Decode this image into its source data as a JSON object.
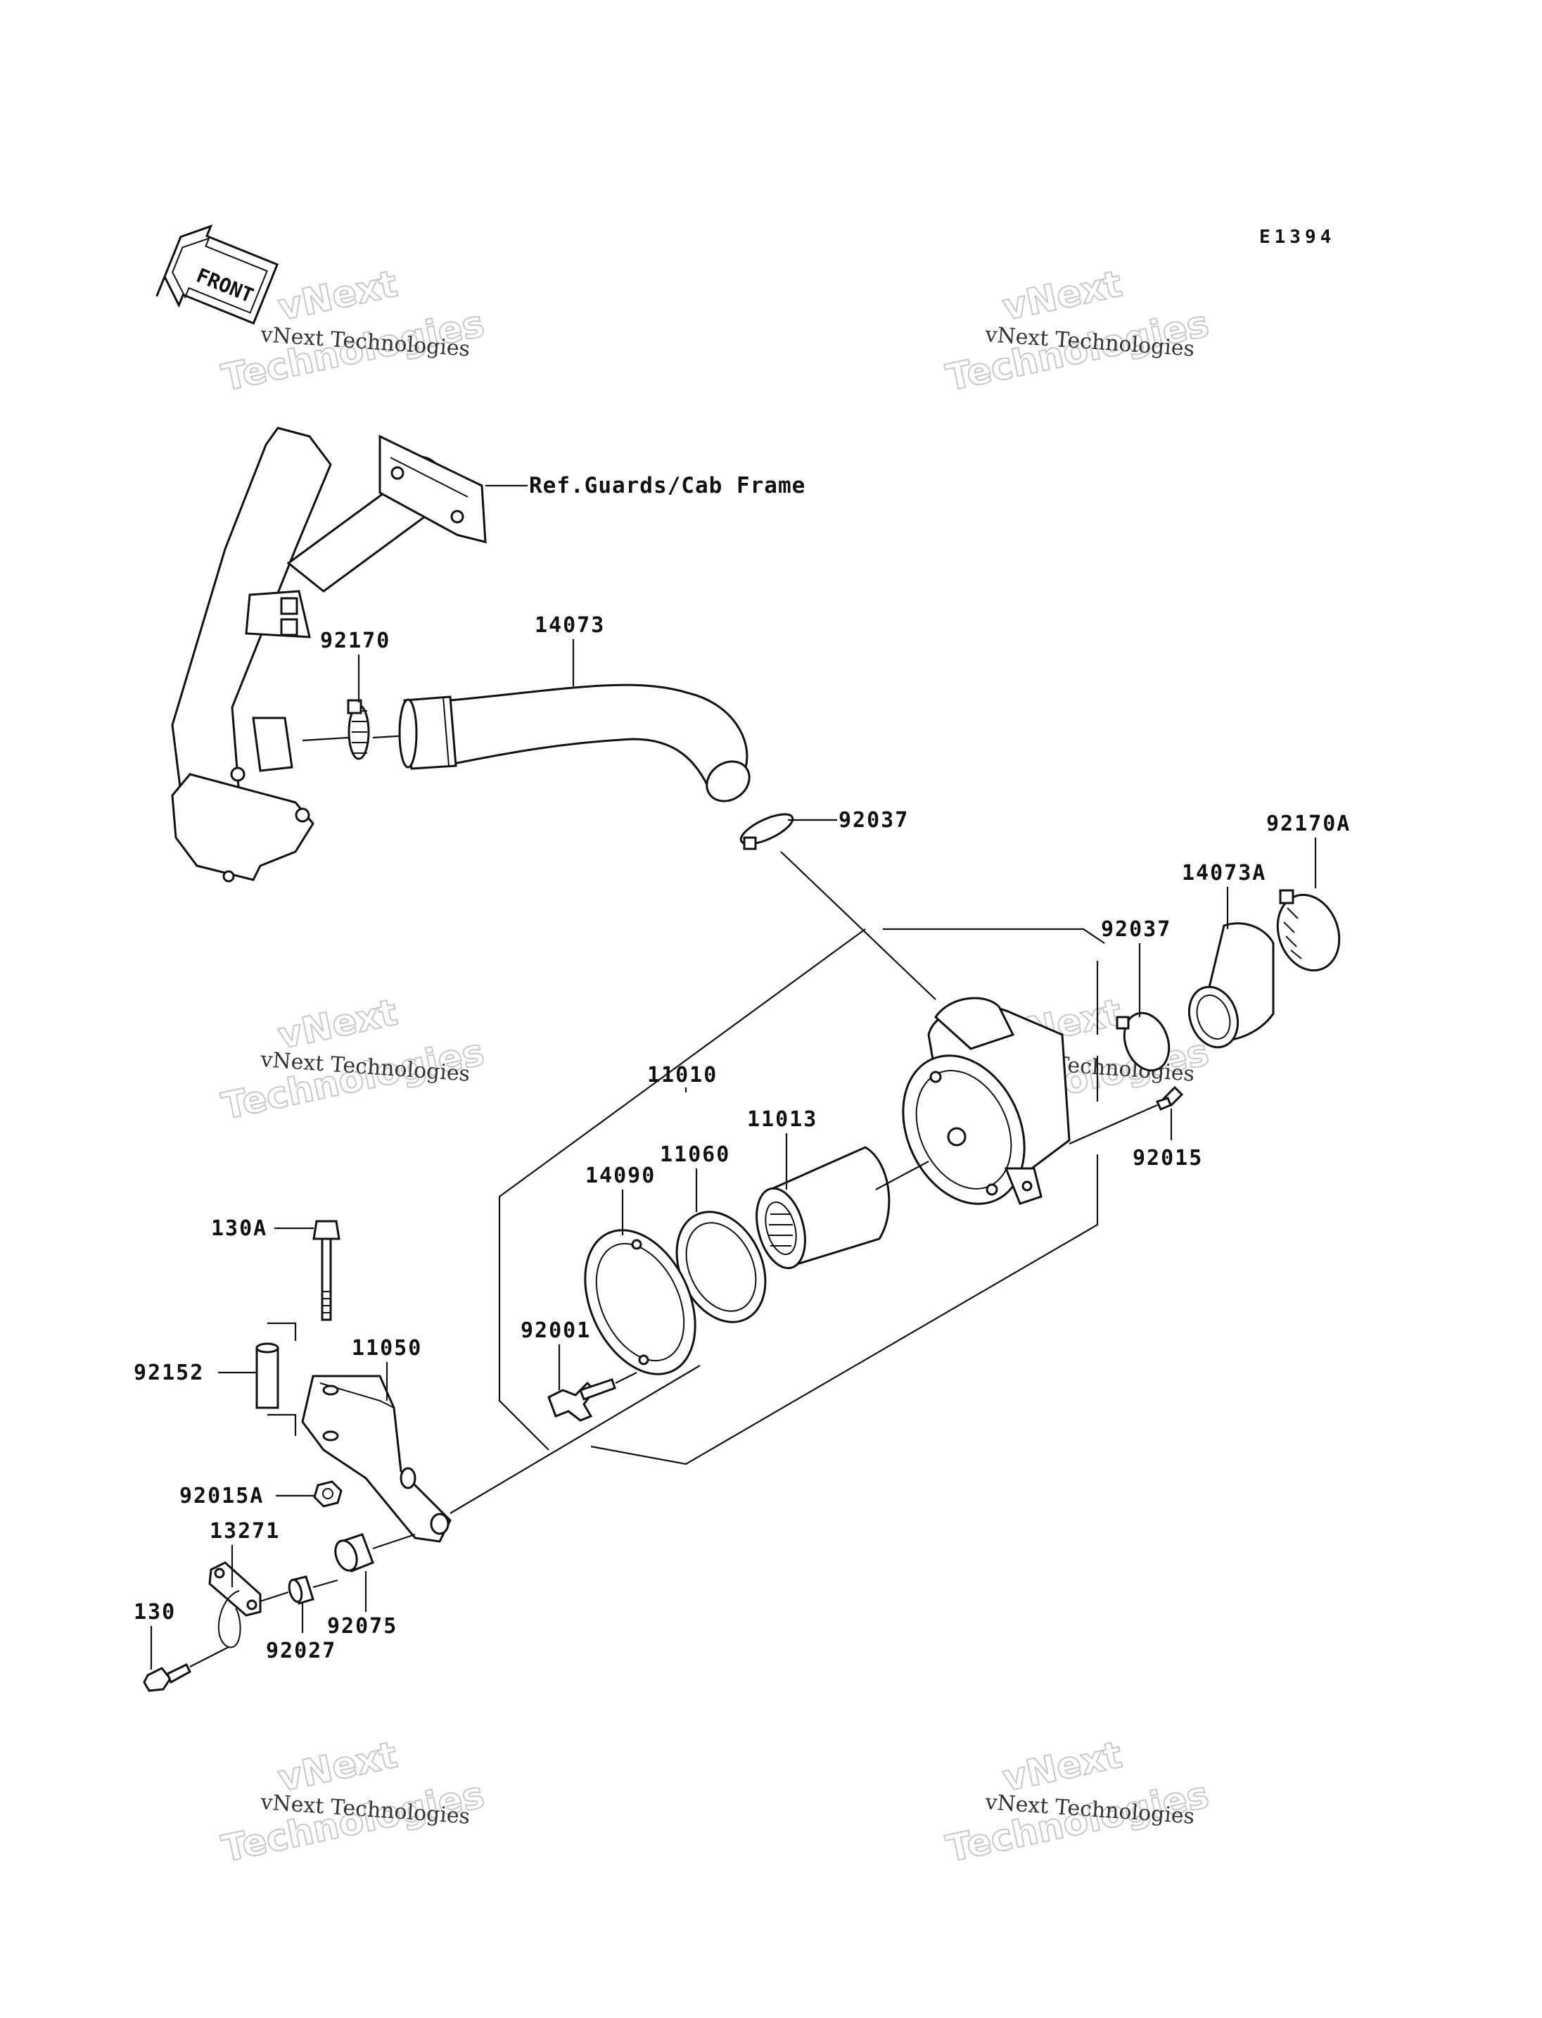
{
  "diagram_code": "E1394",
  "front_arrow_label": "FRONT",
  "reference_note": "Ref.Guards/Cab Frame",
  "part_labels": {
    "p92170": "92170",
    "p14073": "14073",
    "p92037_top": "92037",
    "p92170A": "92170A",
    "p14073A": "14073A",
    "p92037_right": "92037",
    "p11010": "11010",
    "p11013": "11013",
    "p11060": "11060",
    "p14090": "14090",
    "p92015": "92015",
    "p130A": "130A",
    "p11050": "11050",
    "p92152": "92152",
    "p92001": "92001",
    "p92015A": "92015A",
    "p13271": "13271",
    "p130": "130",
    "p92075": "92075",
    "p92027": "92027"
  },
  "watermark": {
    "small": "vNext Technologies",
    "large_line1": "vNext",
    "large_line2": "Technologies"
  }
}
